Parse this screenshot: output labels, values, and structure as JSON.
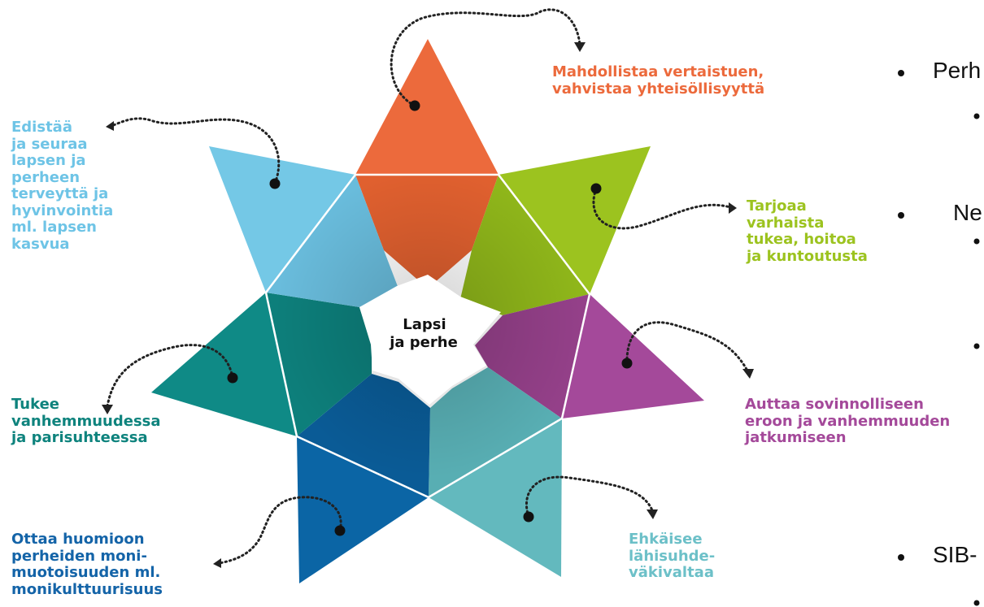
{
  "center": {
    "lines": [
      "Lapsi",
      "ja perhe"
    ]
  },
  "colors": {
    "orange": "#ec6a3c",
    "light_blue": "#74c8e6",
    "lime": "#9cc31f",
    "teal": "#0f8a86",
    "purple": "#a4499a",
    "blue": "#0b65a5",
    "aqua": "#63b9be"
  },
  "segments": [
    {
      "key": "top",
      "color": "#ec6a3c",
      "label_color": "#ec6a3c",
      "lines": [
        "Mahdollistaa vertaistuen,",
        "vahvistaa yhteisöllisyyttä"
      ]
    },
    {
      "key": "upper_right",
      "color": "#9cc31f",
      "label_color": "#9cc31f",
      "lines": [
        "Tarjoaa",
        "varhaista",
        "tukea, hoitoa",
        "ja kuntoutusta"
      ]
    },
    {
      "key": "lower_right",
      "color": "#a4499a",
      "label_color": "#a4499a",
      "lines": [
        "Auttaa sovinnolliseen",
        "eroon ja vanhemmuuden",
        "jatkumiseen"
      ]
    },
    {
      "key": "bottom_right",
      "color": "#63b9be",
      "label_color": "#6cc0c8",
      "lines": [
        "Ehkäisee",
        "lähisuhde-",
        "väkivaltaa"
      ]
    },
    {
      "key": "bottom_left",
      "color": "#0b65a5",
      "label_color": "#1464a8",
      "lines": [
        "Ottaa huomioon",
        "perheiden moni-",
        "muotoisuuden ml.",
        "monikulttuurisuus"
      ]
    },
    {
      "key": "lower_left",
      "color": "#0f8a86",
      "label_color": "#0e837d",
      "lines": [
        "Tukee",
        "vanhemmuudessa",
        "ja parisuhteessa"
      ]
    },
    {
      "key": "upper_left",
      "color": "#74c8e6",
      "label_color": "#6ec4e6",
      "lines": [
        "Edistää",
        "ja seuraa",
        "lapsen ja",
        "perheen",
        "terveyttä ja",
        "hyvinvointia",
        "ml. lapsen",
        "kasvua"
      ]
    }
  ],
  "bullets": [
    {
      "text": "Perh"
    },
    {
      "text": "Ne"
    },
    {
      "text": "SIB-"
    }
  ]
}
